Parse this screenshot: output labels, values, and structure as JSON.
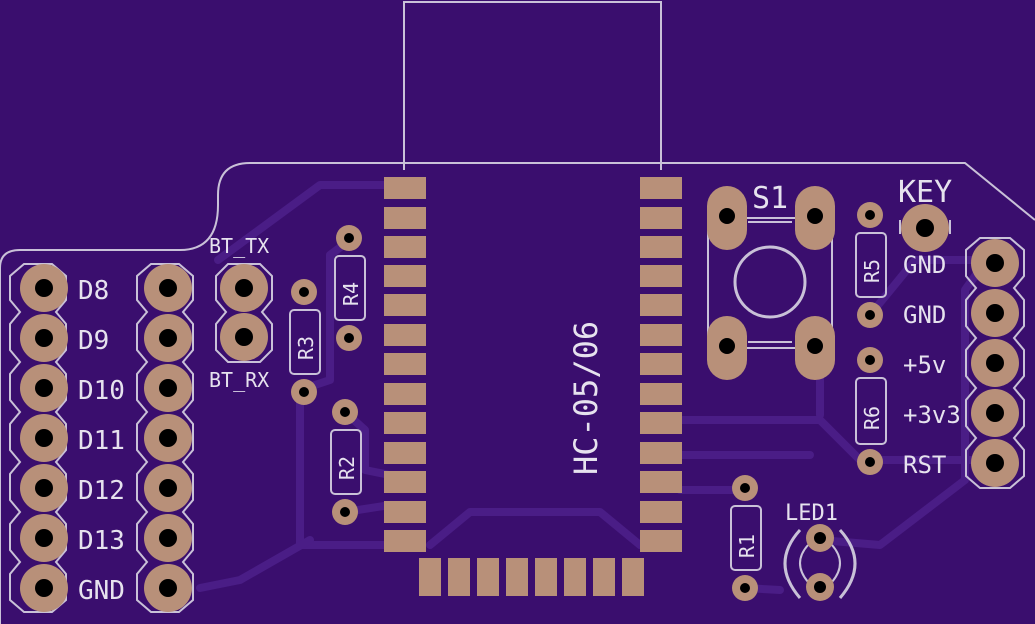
{
  "board": {
    "module_label": "HC-05/06",
    "switch_label": "S1",
    "led_label": "LED1",
    "key_label": "KEY",
    "bt_tx_label": "BT_TX",
    "bt_rx_label": "BT_RX",
    "resistors": [
      "R1",
      "R2",
      "R3",
      "R4",
      "R5",
      "R6"
    ],
    "left_pins": [
      "D8",
      "D9",
      "D10",
      "D11",
      "D12",
      "D13",
      "GND"
    ],
    "right_pins": [
      "GND",
      "GND",
      "+5v",
      "+3v3",
      "RST"
    ]
  },
  "colors": {
    "substrate": "#3a0e6e",
    "copper_trace": "#4a1d86",
    "pad": "#b89079",
    "silkscreen": "#c9c1d8",
    "drill": "#000000"
  }
}
